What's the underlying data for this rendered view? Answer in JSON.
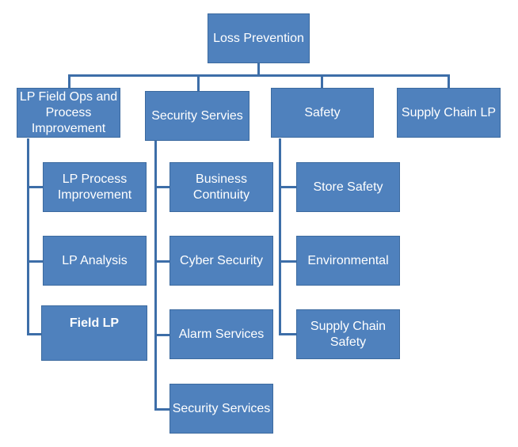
{
  "org_chart": {
    "root": "Loss Prevention",
    "departments": [
      {
        "label": "LP Field Ops and Process Improvement",
        "children": [
          "LP Process Improvement",
          "LP Analysis",
          "Field LP"
        ]
      },
      {
        "label": "Security Servies",
        "children": [
          "Business Continuity",
          "Cyber Security",
          "Alarm Services",
          "Security Services"
        ]
      },
      {
        "label": "Safety",
        "children": [
          "Store Safety",
          "Environmental",
          "Supply Chain Safety"
        ]
      },
      {
        "label": "Supply Chain LP",
        "children": []
      }
    ],
    "colors": {
      "box_fill": "#4f81bd",
      "box_border": "#3c6a9f",
      "connector": "#3d6ea8",
      "text": "#ffffff"
    }
  }
}
